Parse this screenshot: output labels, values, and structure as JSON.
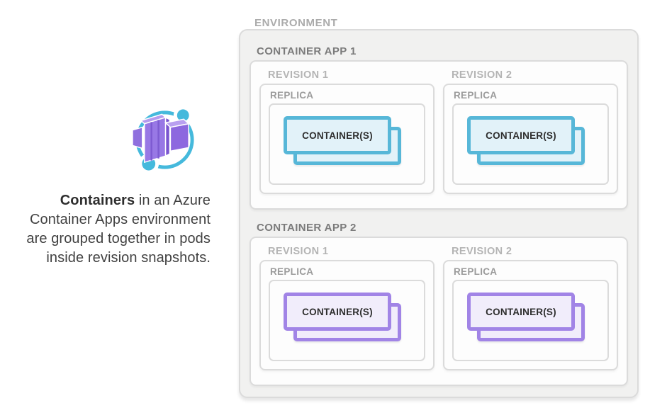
{
  "caption": {
    "line1_bold": "Containers",
    "line1_rest": " in an Azure",
    "line2": "Container Apps environment",
    "line3": "are grouped together in pods",
    "line4": "inside revision snapshots."
  },
  "icon": {
    "name": "azure-container-apps-icon",
    "ring_color": "#45b9dc",
    "cube_color": "#9878e5"
  },
  "diagram": {
    "environment_label": "ENVIRONMENT",
    "apps": [
      {
        "label": "CONTAINER APP 1",
        "accent": "#57b7d8",
        "container_fill": "#e2f2f9",
        "revisions": [
          {
            "label": "REVISION 1",
            "replica_label": "REPLICA",
            "container_label": "CONTAINER(S)"
          },
          {
            "label": "REVISION 2",
            "replica_label": "REPLICA",
            "container_label": "CONTAINER(S)"
          }
        ]
      },
      {
        "label": "CONTAINER APP 2",
        "accent": "#a184e6",
        "container_fill": "#f1edfb",
        "revisions": [
          {
            "label": "REVISION 1",
            "replica_label": "REPLICA",
            "container_label": "CONTAINER(S)"
          },
          {
            "label": "REVISION 2",
            "replica_label": "REPLICA",
            "container_label": "CONTAINER(S)"
          }
        ]
      }
    ]
  },
  "colors": {
    "environment_fill": "#f1f1f0",
    "box_border": "#dbdbdb",
    "environment_label": "#ababab",
    "app_label": "#7b7b7b",
    "revision_label": "#b4b4b4",
    "replica_label": "#9b9b9b",
    "container_text": "#2e2e2e",
    "caption_text": "#414141"
  }
}
